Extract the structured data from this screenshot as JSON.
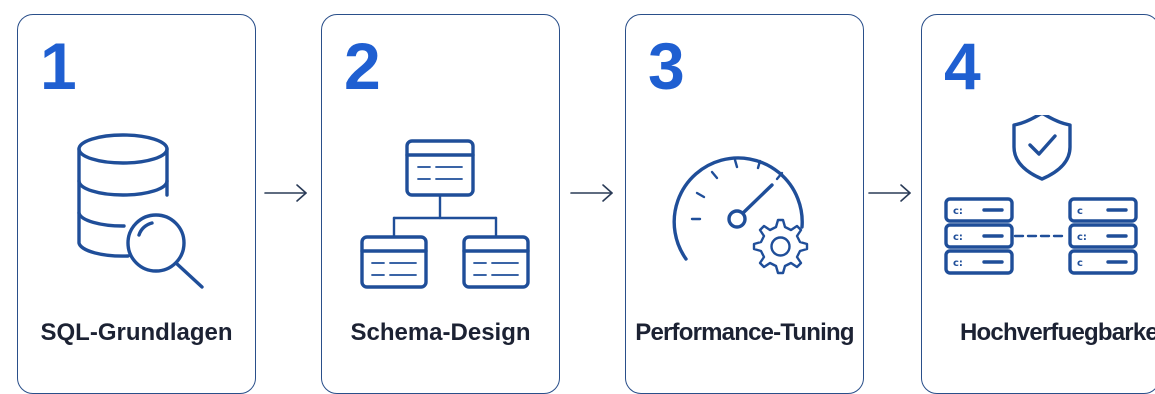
{
  "steps": [
    {
      "number": "1",
      "label": "SQL-Grundlagen",
      "icon": "database-search-icon"
    },
    {
      "number": "2",
      "label": "Schema-Design",
      "icon": "schema-hierarchy-icon"
    },
    {
      "number": "3",
      "label": "Performance-Tuning",
      "icon": "speedometer-gear-icon"
    },
    {
      "number": "4",
      "label": "Hochverfuegbarkeit",
      "icon": "shield-replicated-servers-icon"
    }
  ],
  "server_labels": {
    "left": [
      "c:",
      "c:",
      "c:"
    ],
    "right": [
      "c",
      "c:",
      "c"
    ]
  },
  "colors": {
    "number": "#1f5fd1",
    "icon_stroke": "#1f4e99",
    "card_border": "#2a4f8a",
    "label_text": "#1c2233"
  }
}
